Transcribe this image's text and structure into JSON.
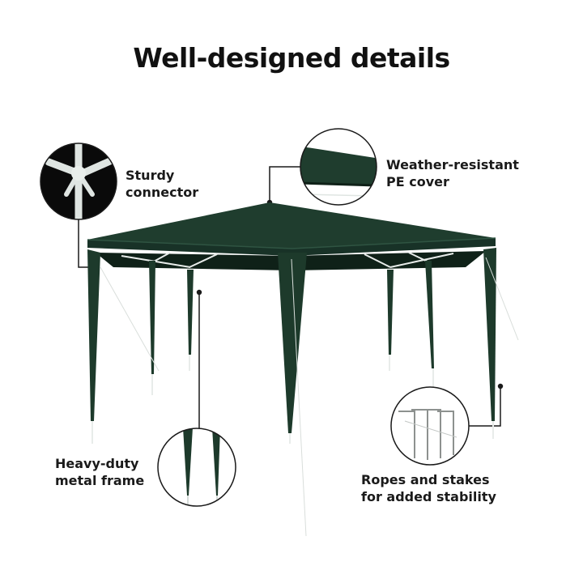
{
  "title": "Well-designed details",
  "callouts": {
    "connector": {
      "line1": "Sturdy",
      "line2": "connector"
    },
    "cover": {
      "line1": "Weather-resistant",
      "line2": "PE cover"
    },
    "frame": {
      "line1": "Heavy-duty",
      "line2": "metal frame"
    },
    "stakes": {
      "line1": "Ropes and stakes",
      "line2": "for added stability"
    }
  },
  "colors": {
    "canopy": "#1f3d2e",
    "canopy_dark": "#142a20",
    "pole": "#2c4a3a",
    "frame": "#e8ecea",
    "leader": "#1a1a1a"
  }
}
